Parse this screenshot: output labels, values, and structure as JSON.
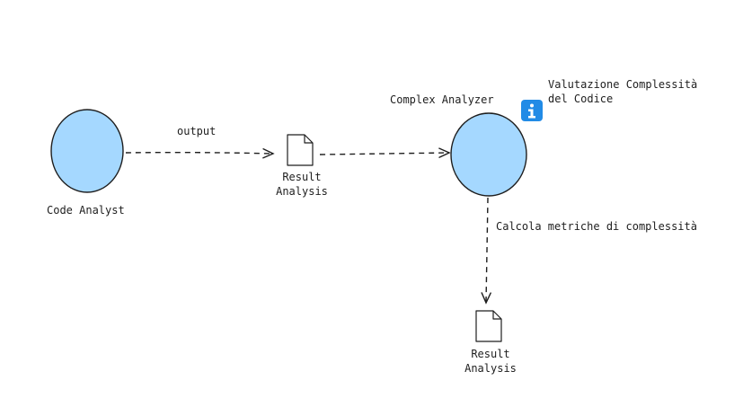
{
  "nodes": {
    "code_analyst": {
      "label": "Code Analyst"
    },
    "complex_analyzer": {
      "label": "Complex Analyzer"
    },
    "result_doc_1": {
      "line1": "Result",
      "line2": "Analysis"
    },
    "result_doc_2": {
      "line1": "Result",
      "line2": "Analysis"
    }
  },
  "edges": {
    "analyst_to_result": {
      "label": "output"
    },
    "analyzer_to_result": {
      "label": "Calcola metriche di complessità"
    }
  },
  "info_note": {
    "icon": "info-icon",
    "line1": "Valutazione Complessità",
    "line2": "del Codice"
  },
  "colors": {
    "node_fill": "#a5d8ff",
    "stroke": "#1e1e1e",
    "info_icon": "#228be6"
  }
}
